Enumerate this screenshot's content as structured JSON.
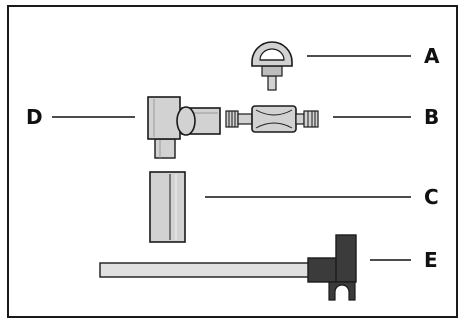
{
  "labels": {
    "a": "A",
    "b": "B",
    "c": "C",
    "d": "D",
    "e": "E"
  },
  "colors": {
    "part_fill": "#d2d2d2",
    "part_light": "#e6e6e6",
    "part_shade": "#9a9a9a",
    "dark_part": "#3b3b3b",
    "outline": "#1a1a1a",
    "leader_line": "#111111",
    "frame": "#1a1a1a"
  }
}
